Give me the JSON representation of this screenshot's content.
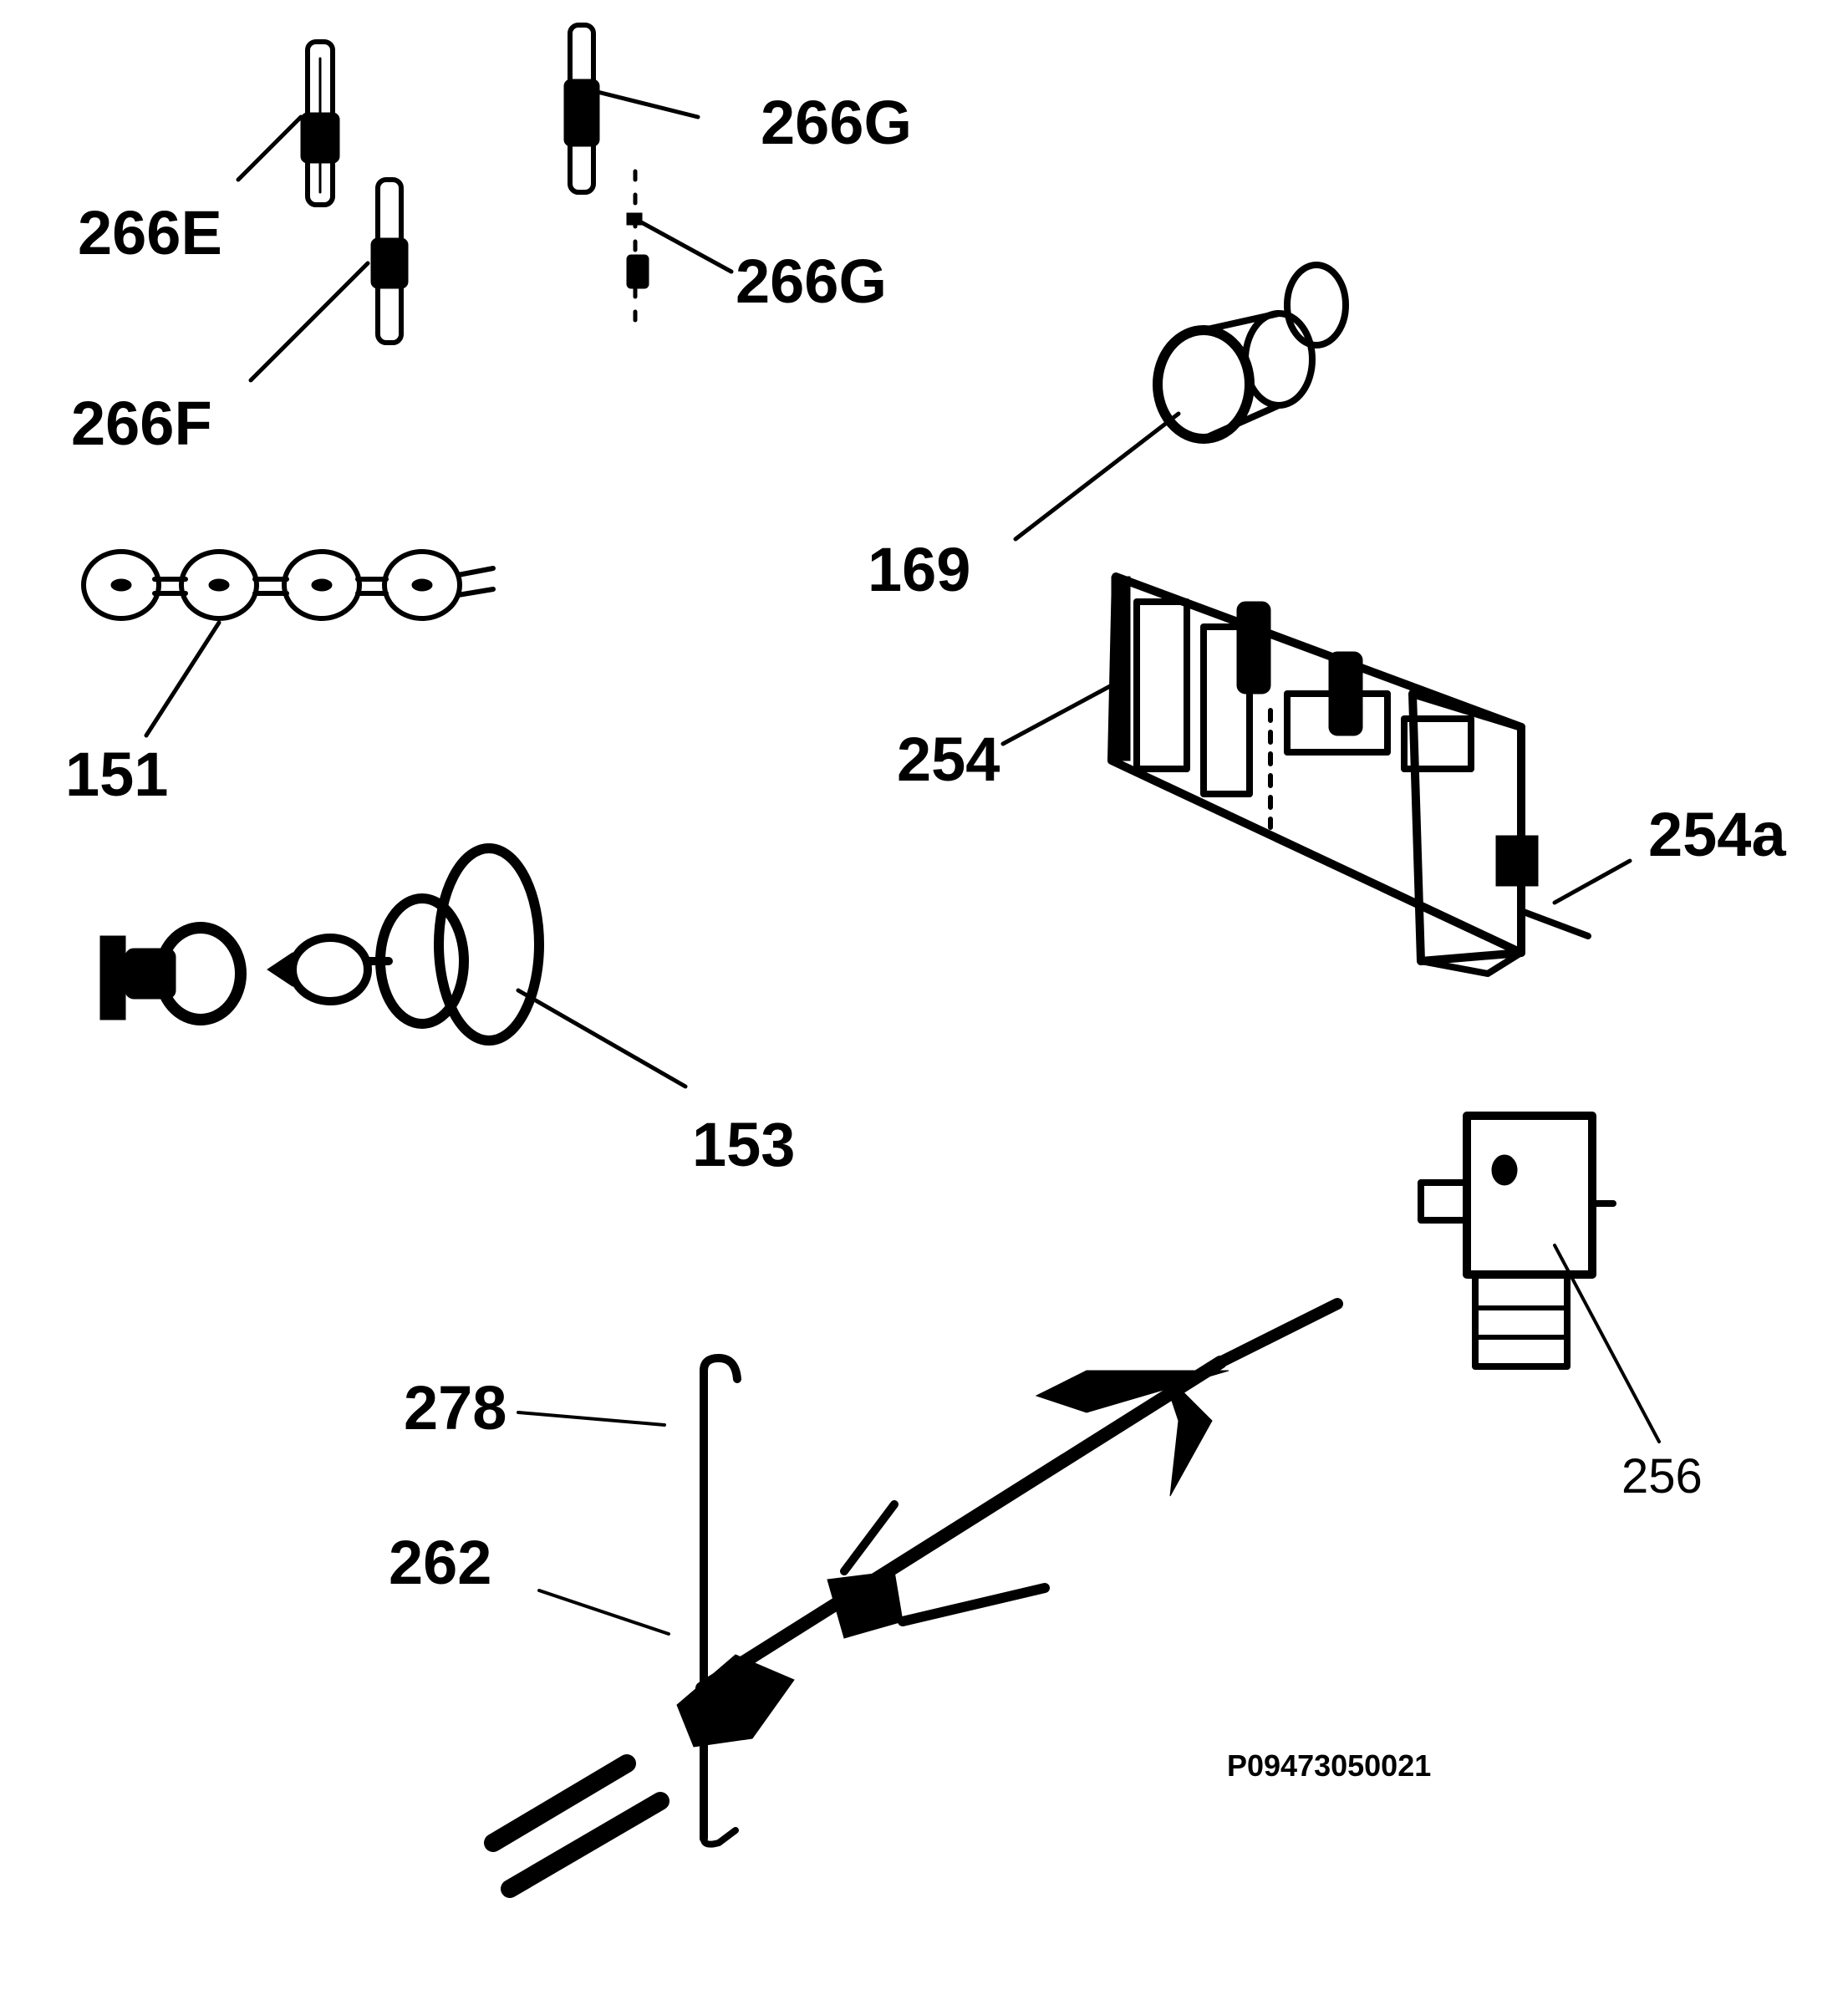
{
  "labels": {
    "p266e": "266E",
    "p266f": "266F",
    "p266g_top": "266G",
    "p266g_mid": "266G",
    "p169": "169",
    "p151": "151",
    "p254": "254",
    "p254a": "254a",
    "p153": "153",
    "p256": "256",
    "p278": "278",
    "p262": "262",
    "drawing_code": "P09473050021"
  }
}
